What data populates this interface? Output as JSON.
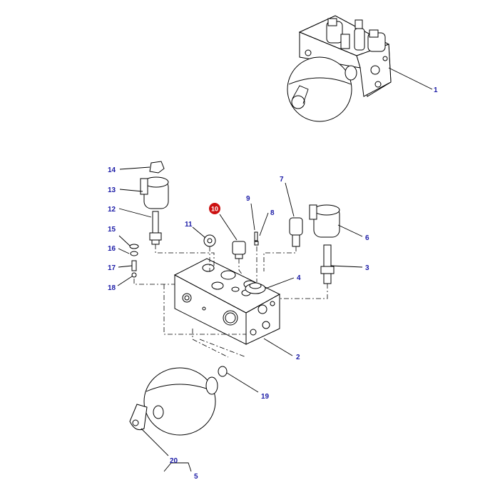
{
  "callouts": [
    {
      "id": "1",
      "selected": false
    },
    {
      "id": "2",
      "selected": false
    },
    {
      "id": "3",
      "selected": false
    },
    {
      "id": "4",
      "selected": false
    },
    {
      "id": "5",
      "selected": false
    },
    {
      "id": "6",
      "selected": false
    },
    {
      "id": "7",
      "selected": false
    },
    {
      "id": "8",
      "selected": false
    },
    {
      "id": "9",
      "selected": false
    },
    {
      "id": "10",
      "selected": true
    },
    {
      "id": "11",
      "selected": false
    },
    {
      "id": "12",
      "selected": false
    },
    {
      "id": "13",
      "selected": false
    },
    {
      "id": "14",
      "selected": false
    },
    {
      "id": "15",
      "selected": false
    },
    {
      "id": "16",
      "selected": false
    },
    {
      "id": "17",
      "selected": false
    },
    {
      "id": "18",
      "selected": false
    },
    {
      "id": "19",
      "selected": false
    },
    {
      "id": "20",
      "selected": false
    }
  ],
  "colors": {
    "label": "#1a1aa6",
    "selected_marker": "#cc1111",
    "line": "#000000"
  }
}
